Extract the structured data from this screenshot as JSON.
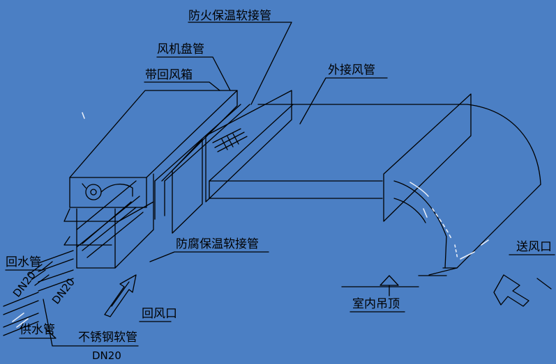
{
  "labels": {
    "fireproof_flex": "防火保温软接管",
    "fan_coil": "风机盘管",
    "return_box": "带回风箱",
    "external_duct": "外接风管",
    "anticorrosion_flex": "防腐保温软接管",
    "return_water_pipe": "回水管",
    "dn20_a": "DN20",
    "dn20_b": "DN20",
    "supply_water_pipe": "供水管",
    "stainless_hose": "不锈钢软管",
    "dn20_c": "DN20",
    "return_air_inlet": "回风口",
    "indoor_ceiling": "室内吊顶",
    "supply_air_outlet": "送风口"
  },
  "colors": {
    "background": "#4b7fc4",
    "ink": "#000000",
    "highlight": "#e8eef8"
  }
}
